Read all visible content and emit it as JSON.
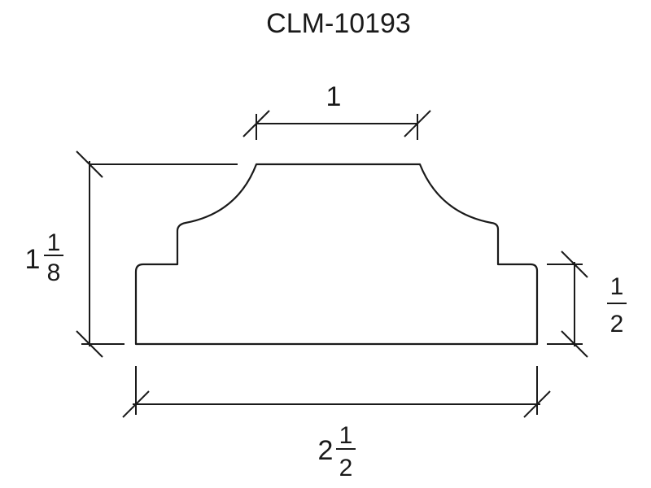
{
  "drawing": {
    "title": "CLM-10193",
    "dimensions": {
      "top_width": {
        "value": "1"
      },
      "total_height": {
        "whole": "1",
        "numerator": "1",
        "denominator": "8"
      },
      "base_height": {
        "numerator": "1",
        "denominator": "2"
      },
      "total_width": {
        "whole": "2",
        "numerator": "1",
        "denominator": "2"
      }
    },
    "colors": {
      "line": "#1a1a1a",
      "background": "#ffffff"
    }
  }
}
